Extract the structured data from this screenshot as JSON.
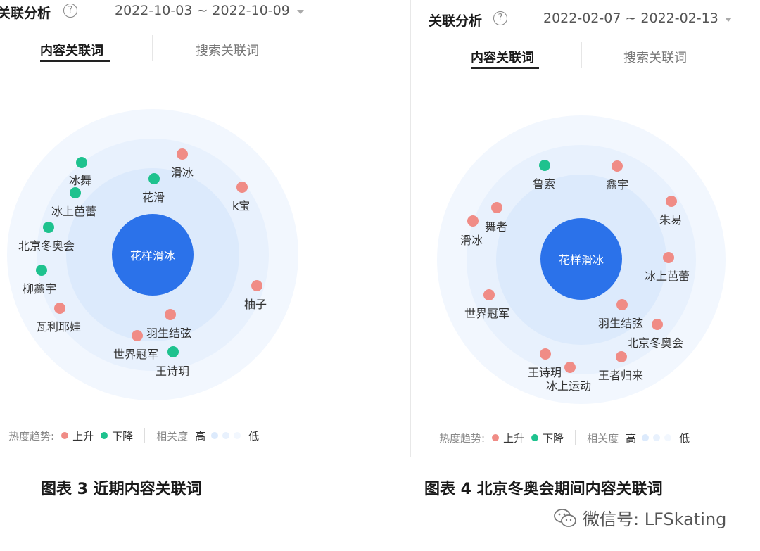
{
  "left": {
    "title": "关联分析",
    "help": "?",
    "date_range": "2022-10-03 ~ 2022-10-09",
    "tabs": [
      "内容关联词",
      "搜索关联词"
    ],
    "center": "花样滑冰",
    "nodes": [
      {
        "label": "冰舞",
        "trend": "down"
      },
      {
        "label": "滑冰",
        "trend": "up"
      },
      {
        "label": "花滑",
        "trend": "down"
      },
      {
        "label": "k宝",
        "trend": "up"
      },
      {
        "label": "冰上芭蕾",
        "trend": "down"
      },
      {
        "label": "北京冬奥会",
        "trend": "down"
      },
      {
        "label": "柳鑫宇",
        "trend": "down"
      },
      {
        "label": "柚子",
        "trend": "up"
      },
      {
        "label": "瓦利耶娃",
        "trend": "up"
      },
      {
        "label": "羽生结弦",
        "trend": "up"
      },
      {
        "label": "世界冠军",
        "trend": "up"
      },
      {
        "label": "王诗玥",
        "trend": "down"
      }
    ]
  },
  "right": {
    "title": "关联分析",
    "help": "?",
    "date_range": "2022-02-07 ~ 2022-02-13",
    "tabs": [
      "内容关联词",
      "搜索关联词"
    ],
    "center": "花样滑冰",
    "nodes": [
      {
        "label": "鲁索",
        "trend": "down"
      },
      {
        "label": "鑫宇",
        "trend": "up"
      },
      {
        "label": "朱易",
        "trend": "up"
      },
      {
        "label": "舞者",
        "trend": "up"
      },
      {
        "label": "滑冰",
        "trend": "up"
      },
      {
        "label": "冰上芭蕾",
        "trend": "up"
      },
      {
        "label": "世界冠军",
        "trend": "up"
      },
      {
        "label": "羽生结弦",
        "trend": "up"
      },
      {
        "label": "北京冬奥会",
        "trend": "up"
      },
      {
        "label": "王者归来",
        "trend": "up"
      },
      {
        "label": "王诗玥",
        "trend": "up"
      },
      {
        "label": "冰上运动",
        "trend": "up"
      }
    ]
  },
  "legend": {
    "trend_label": "热度趋势:",
    "up": "上升",
    "down": "下降",
    "relevance_label": "相关度",
    "high": "高",
    "low": "低"
  },
  "colors": {
    "up": "#f08c86",
    "down": "#1ec28e",
    "center": "#2b72ea"
  },
  "captions": {
    "left": "图表 3 近期内容关联词",
    "right": "图表 4 北京冬奥会期间内容关联词"
  },
  "watermark": "微信号: LFSkating"
}
